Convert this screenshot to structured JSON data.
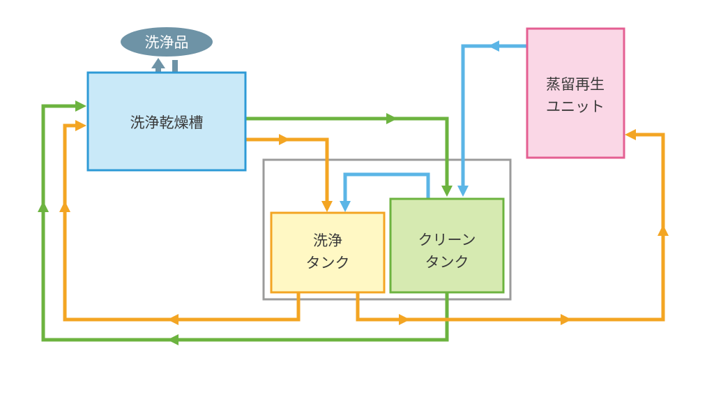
{
  "nodes": {
    "washed_items": {
      "label": "洗浄品"
    },
    "wash_dry_tank": {
      "label": "洗浄乾燥槽"
    },
    "wash_tank": {
      "line1": "洗浄",
      "line2": "タンク"
    },
    "clean_tank": {
      "line1": "クリーン",
      "line2": "タンク"
    },
    "distill_unit": {
      "line1": "蒸留再生",
      "line2": "ユニット"
    }
  },
  "colors": {
    "green_flow": "#6cb33f",
    "orange_flow": "#f3a523",
    "blue_flow": "#5bb5e6",
    "steel_arrow": "#6e93a6",
    "ellipse_fill": "#6e93a6",
    "wash_dry_fill": "#c9e9f8",
    "wash_dry_stroke": "#2d9ad6",
    "wash_tank_fill": "#fff8c4",
    "wash_tank_stroke": "#f3a523",
    "clean_tank_fill": "#d6eab1",
    "clean_tank_stroke": "#6cb33f",
    "distill_fill": "#fad7e6",
    "distill_stroke": "#e45f92",
    "group_stroke": "#9b9b9b"
  }
}
